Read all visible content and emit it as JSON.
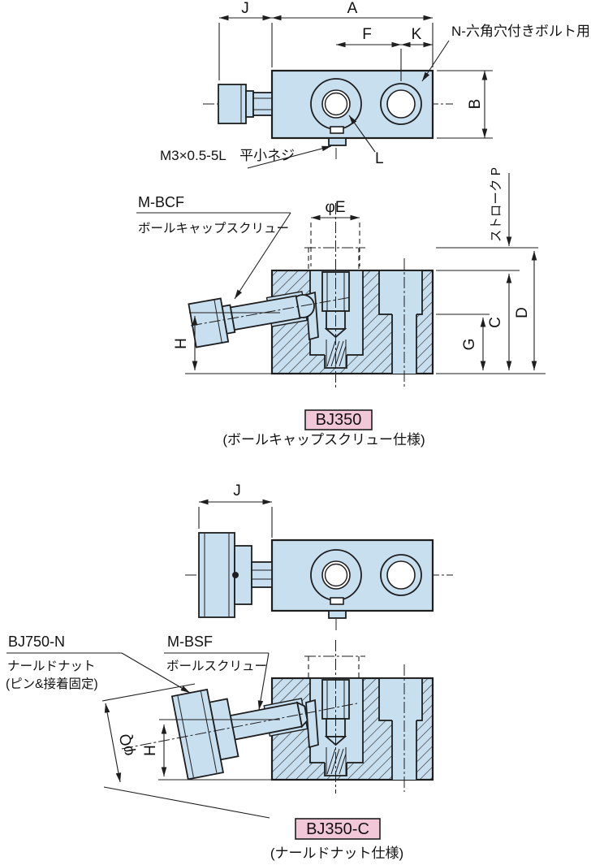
{
  "colors": {
    "part_fill": "#c8dff0",
    "badge_fill": "#f2c8d8",
    "line": "#1e1e1e"
  },
  "bj350": {
    "top": {
      "dim_j": "J",
      "dim_a": "A",
      "dim_f": "F",
      "dim_k": "K",
      "dim_b": "B",
      "dim_l": "L",
      "hex_bolt_note": "N-六角穴付きボルト用",
      "m3_note": "M3×0.5-5L　平小ネジ"
    },
    "section": {
      "part_code": "M-BCF",
      "part_desc": "ボールキャップスクリュー",
      "dim_e": "φE",
      "dim_stroke": "ストローク P",
      "dim_h": "H",
      "dim_c": "C",
      "dim_d": "D",
      "dim_g": "G"
    },
    "badge": "BJ350",
    "caption": "(ボールキャップスクリュー仕様)"
  },
  "bj350c": {
    "top": {
      "dim_j": "J"
    },
    "section": {
      "nut_code": "BJ750-N",
      "nut_desc": "ナールドナット",
      "nut_fix": "(ピン&接着固定)",
      "screw_code": "M-BSF",
      "screw_desc": "ボールスクリュー",
      "dim_q": "φQ",
      "dim_h": "H"
    },
    "badge": "BJ350-C",
    "caption": "(ナールドナット仕様)"
  }
}
